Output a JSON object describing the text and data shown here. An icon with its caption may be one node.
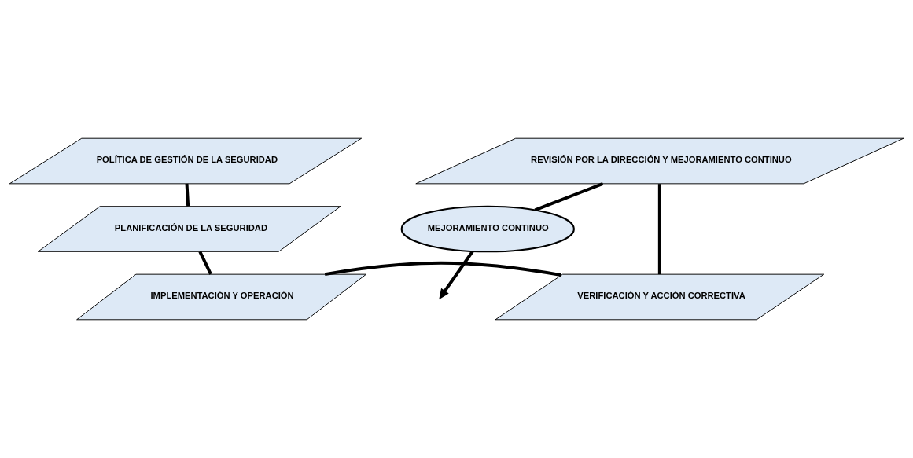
{
  "diagram": {
    "nodes": [
      {
        "text": [
          "MEJORAMIENTO CONTINUO"
        ]
      },
      {
        "text": [
          "REVISIÓN POR LA DIRECCIÓN Y MEJORAMIENTO CONTINUO"
        ]
      },
      {
        "text": [
          "POLÍTICA DE GESTIÓN DE LA SEGURIDAD"
        ]
      },
      {
        "text": [
          "PLANIFICACIÓN DE LA SEGURIDAD"
        ]
      },
      {
        "text": [
          "VERIFICACIÓN Y ACCIÓN CORRECTIVA"
        ]
      },
      {
        "text": [
          "IMPLEMENTACIÓN Y OPERACIÓN"
        ]
      }
    ],
    "edges": [
      {
        "from": 0,
        "to": null,
        "arrow": "to"
      },
      {
        "from": 1,
        "to": 0,
        "arrow": "none"
      },
      {
        "from": 4,
        "to": 1,
        "arrow": "none"
      },
      {
        "from": 5,
        "to": 4,
        "arrow": "none"
      },
      {
        "from": 2,
        "to": 3,
        "arrow": "none"
      },
      {
        "from": 3,
        "to": 5,
        "arrow": "none"
      }
    ]
  }
}
